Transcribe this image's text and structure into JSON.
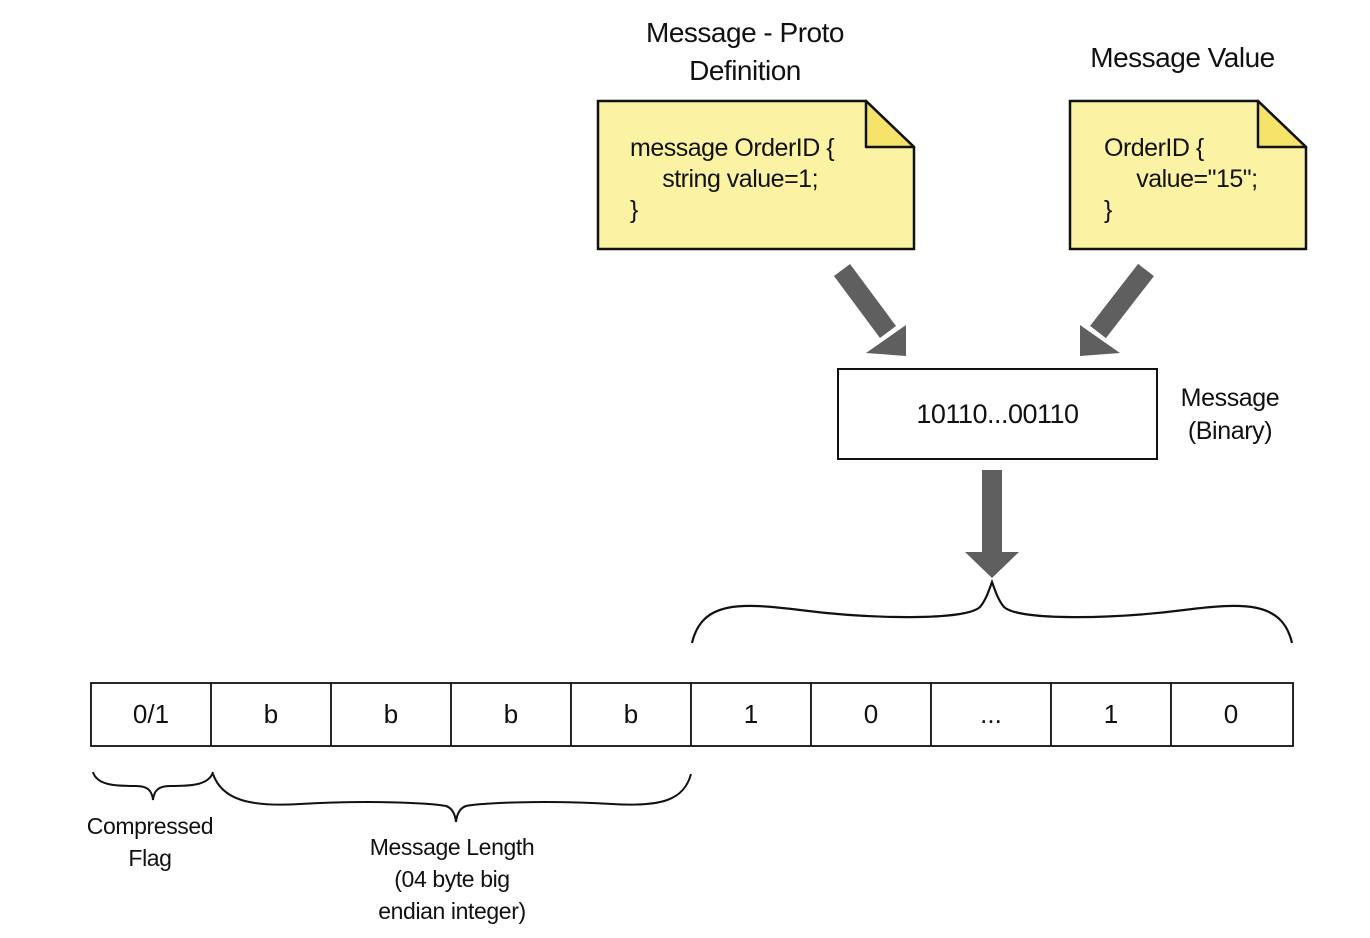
{
  "proto_note": {
    "title_line1": "Message - Proto",
    "title_line2": "Definition",
    "code": "message OrderID {\n     string value=1;\n}"
  },
  "value_note": {
    "title": "Message Value",
    "code": "OrderID {\n     value=\"15\";\n}"
  },
  "binary_message": {
    "content": "10110...00110",
    "label_line1": "Message",
    "label_line2": "(Binary)"
  },
  "frame_cells": [
    "0/1",
    "b",
    "b",
    "b",
    "b",
    "1",
    "0",
    "...",
    "1",
    "0"
  ],
  "flag_label": {
    "line1": "Compressed",
    "line2": "Flag"
  },
  "length_label": {
    "line1": "Message Length",
    "line2": "(04 byte big",
    "line3": "endian integer)"
  },
  "colors": {
    "note_fill": "#fbf3a3",
    "note_fold": "#f5e36a",
    "arrow": "#5f5f5f",
    "stroke": "#111111"
  }
}
